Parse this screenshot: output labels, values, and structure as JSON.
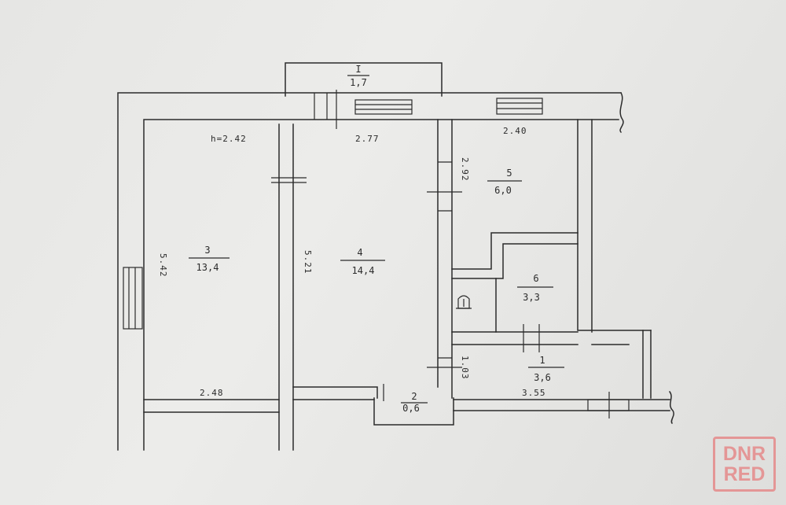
{
  "rooms": [
    {
      "id": "2a",
      "number": "I",
      "area": "1,7"
    },
    {
      "id": "3",
      "number": "3",
      "area": "13,4"
    },
    {
      "id": "4",
      "number": "4",
      "area": "14,4"
    },
    {
      "id": "5",
      "number": "5",
      "area": "6,0"
    },
    {
      "id": "6",
      "number": "6",
      "area": "3,3"
    },
    {
      "id": "1",
      "number": "1",
      "area": "3,6"
    },
    {
      "id": "2",
      "number": "2",
      "area": "0,6"
    }
  ],
  "dimensions": {
    "height": "h=2.42",
    "top_mid": "2.77",
    "top_right": "2.40",
    "left_room3": "5.42",
    "left_room4": "5.21",
    "kitchen_side": "2.92",
    "hall_side": "1.03",
    "bottom_left": "2.48",
    "bottom_right": "3.55"
  },
  "watermark": {
    "line1": "DNR",
    "line2": "RED"
  },
  "colors": {
    "ink": "#2b2b2b",
    "watermark": "#e58a8a",
    "paper": "#e9e9e7"
  }
}
